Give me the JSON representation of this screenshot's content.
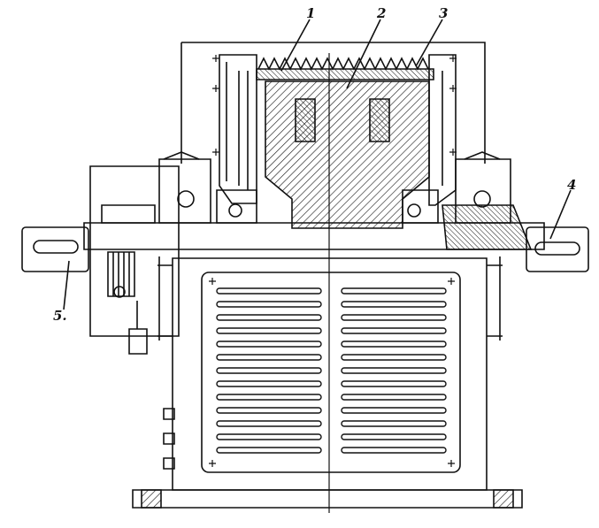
{
  "callouts": {
    "c1": "1",
    "c2": "2",
    "c3": "3",
    "c4": "4",
    "c5": "5."
  },
  "colors": {
    "ink": "#111111",
    "paper": "#ffffff"
  }
}
